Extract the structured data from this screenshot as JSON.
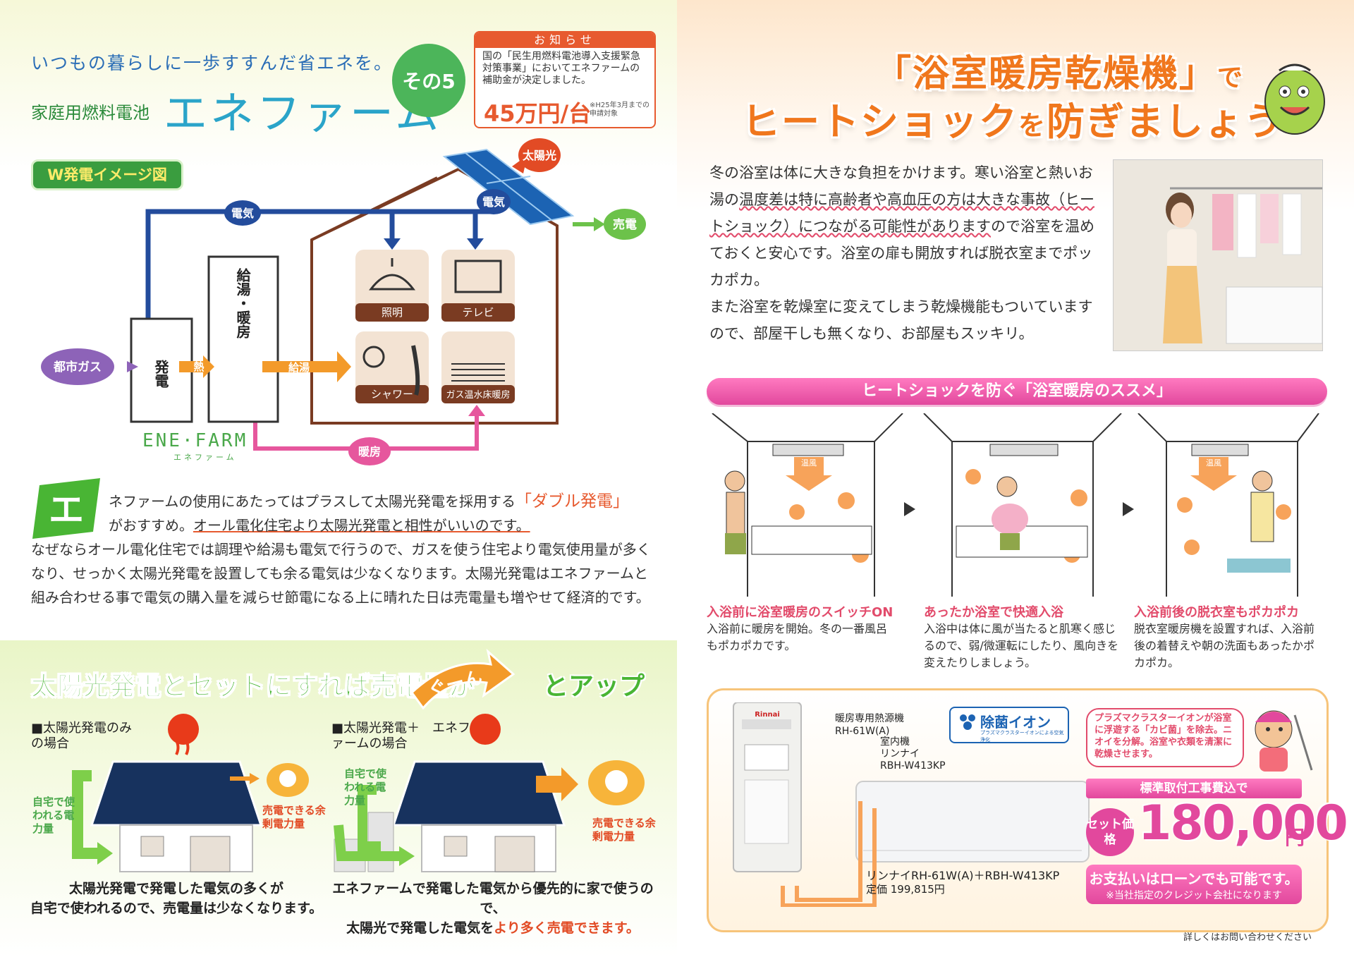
{
  "left": {
    "tagline": "いつもの暮らしに一歩すすんだ省エネを。",
    "sub_label": "家庭用燃料電池",
    "title": "エネファーム",
    "part_badge": "その5",
    "notice": {
      "head": "お知らせ",
      "body": "国の「民生用燃料電池導入支援緊急対策事業」においてエネファームの補助金が決定しました。",
      "price": "45万円/台",
      "note": "※H25年3月までの申請対象"
    },
    "diagram": {
      "badge": "W発電イメージ図",
      "solar_label": "太陽光",
      "electric_label_1": "電気",
      "electric_label_2": "電気",
      "sell_label": "売電",
      "gas_label": "都市ガス",
      "gen_box": "発電",
      "heat_label": "熱",
      "hot_box": "給湯・暖房",
      "supply_label": "給湯",
      "heating_label": "暖房",
      "tiles": [
        "照明",
        "テレビ",
        "シャワー",
        "ガス温水床暖房"
      ],
      "logo": "ENE·FARM",
      "logo_sub": "エネファーム"
    },
    "body": {
      "drop_cap": "エ",
      "line1_a": "ネファームの使用にあたってはプラスして太陽光発電を採用する",
      "line1_hl": "「ダブル発電」",
      "line2_a": "がおすすめ。",
      "line2_ul": "オール電化住宅より太陽光発電と相性がいいのです。",
      "rest": "なぜならオール電化住宅では調理や給湯も電気で行うので、ガスを使う住宅より電気使用量が多くなり、せっかく太陽光発電を設置しても余る電気は少なくなります。太陽光発電はエネファームと組み合わせる事で電気の購入量を減らせ節電になる上に晴れた日は売電量も増やせて経済的です。"
    },
    "solar_section": {
      "title_a": "太陽光発電とセットにすれば売電量が",
      "guun": "ぐーん",
      "title_b": "とアップ",
      "case1": {
        "title": "■太陽光発電のみ　の場合",
        "home_use": "自宅で使われる電力量",
        "sell": "売電できる余剰電力量",
        "caption_1": "太陽光発電で発電した電気の多くが",
        "caption_2": "自宅で使われるので、売電量は少なくなります。"
      },
      "case2": {
        "title": "■太陽光発電＋　エネファームの場合",
        "home_use": "自宅で使われる電力量",
        "sell": "売電できる余剰電力量",
        "caption_1": "エネファームで発電した電気から優先的に家で使うので、",
        "caption_2a": "太陽光で発電した電気を",
        "caption_2b": "より多く売電できます。"
      }
    }
  },
  "right": {
    "title_1a": "「浴室暖房乾燥機」",
    "title_1b": "で",
    "title_2a": "ヒートショック",
    "title_2b": "を",
    "title_2c": "防ぎましょう",
    "text_1": "冬の浴室は体に大きな負担をかけます。寒い浴室と熱いお湯の",
    "text_ul": "温度差は特に高齢者や高血圧の方は大きな事故（ヒートショック）につながる可能性があります",
    "text_2": "ので浴室を温めておくと安心です。浴室の扉も開放すれば脱衣室までポッカポカ。",
    "text_3": "また浴室を乾燥室に変えてしまう乾燥機能もついていますので、部屋干しも無くなり、お部屋もスッキリ。",
    "bar": "ヒートショックを防ぐ「浴室暖房のススメ」",
    "steps": [
      {
        "title": "入浴前に浴室暖房のスイッチON",
        "body": "入浴前に暖房を開始。冬の一番風呂もポカポカです。"
      },
      {
        "title": "あったか浴室で快適入浴",
        "body": "入浴中は体に風が当たると肌寒く感じるので、弱/微運転にしたり、風向きを変えたりしましょう。"
      },
      {
        "title": "入浴前後の脱衣室もポカポカ",
        "body": "脱衣室暖房機を設置すれば、入浴前後の着替えや朝の洗面もあったかポカポカ。"
      }
    ],
    "warm_wind": "温風",
    "product": {
      "heater_label": "暖房専用熱源機",
      "heater_model": "RH-61W(A)",
      "indoor_label": "室内機",
      "indoor_brand": "リンナイ",
      "indoor_model": "RBH-W413KP",
      "ion_label": "除菌イオン",
      "ion_sub": "プラズマクラスターイオンによる空気浄化",
      "plasma": "プラズマクラスターイオンが浴室に浮遊する「カビ菌」を除去。ニオイを分解。浴室や衣類を清潔に乾燥させます。",
      "set_model": "リンナイRH-61W(A)＋RBH-W413KP",
      "list_price": "定価 199,815円",
      "std_label": "標準取付工事費込で",
      "set_badge": "セット価格",
      "price": "180,000",
      "yen": "円",
      "loan_1": "お支払いはローンでも可能です。",
      "loan_2": "※当社指定のクレジット会社になります",
      "brand": "Rinnai"
    },
    "footer": "詳しくはお問い合わせください"
  }
}
